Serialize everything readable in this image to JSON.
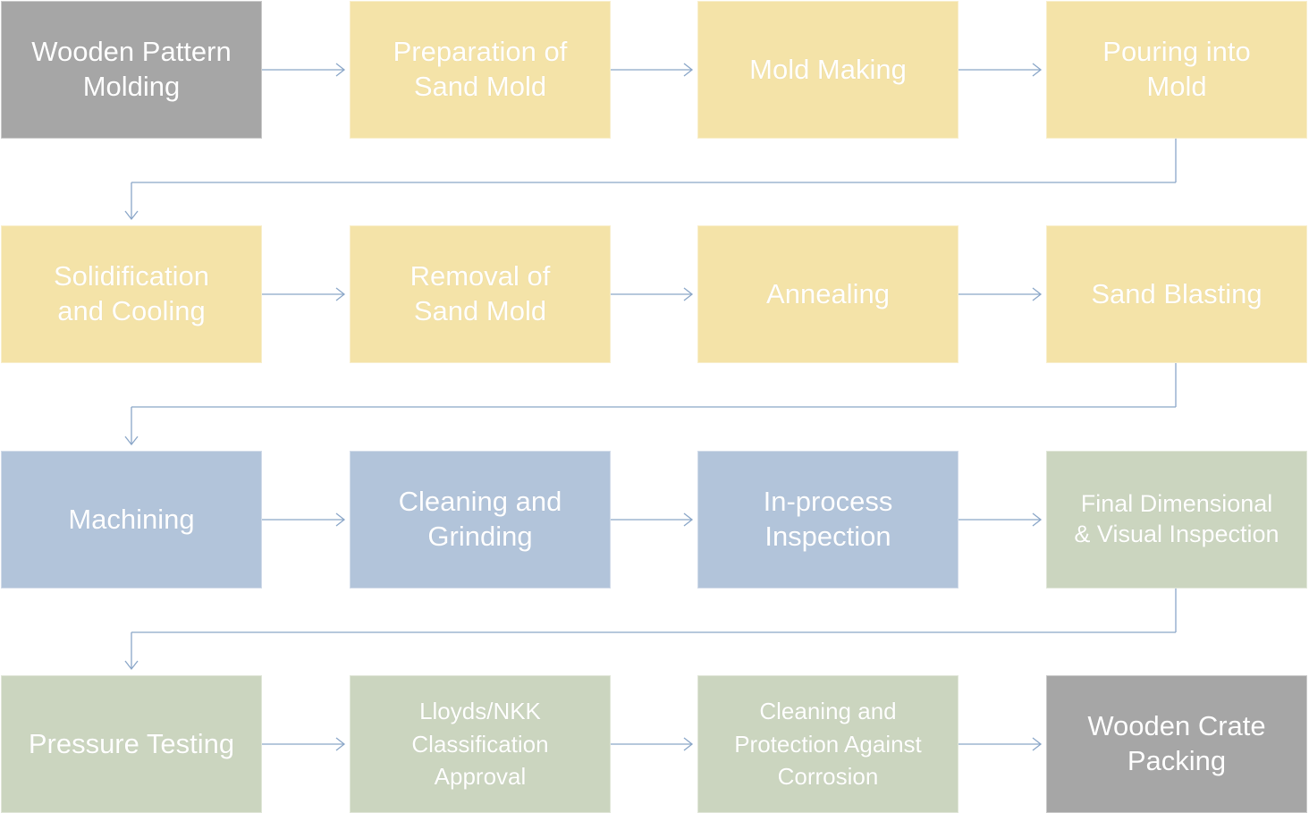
{
  "colors": {
    "gray": "#a6a6a6",
    "yellow": "#f4e3a8",
    "blue": "#b2c4da",
    "green": "#cbd5bf",
    "arrow": "#8aa6c8"
  },
  "steps": [
    {
      "label": "Wooden Pattern\nMolding",
      "color": "gray"
    },
    {
      "label": "Preparation of\nSand Mold",
      "color": "yellow"
    },
    {
      "label": "Mold Making",
      "color": "yellow"
    },
    {
      "label": "Pouring into\nMold",
      "color": "yellow"
    },
    {
      "label": "Solidification\nand Cooling",
      "color": "yellow"
    },
    {
      "label": "Removal of\nSand Mold",
      "color": "yellow"
    },
    {
      "label": "Annealing",
      "color": "yellow"
    },
    {
      "label": "Sand Blasting",
      "color": "yellow"
    },
    {
      "label": "Machining",
      "color": "blue"
    },
    {
      "label": "Cleaning and\nGrinding",
      "color": "blue"
    },
    {
      "label": "In-process\nInspection",
      "color": "blue"
    },
    {
      "label": "Final Dimensional\n& Visual Inspection",
      "color": "green"
    },
    {
      "label": "Pressure Testing",
      "color": "green"
    },
    {
      "label": "Lloyds/NKK\nClassification\nApproval",
      "color": "green"
    },
    {
      "label": "Cleaning and\nProtection Against\nCorrosion",
      "color": "green"
    },
    {
      "label": "Wooden Crate\nPacking",
      "color": "gray"
    }
  ]
}
